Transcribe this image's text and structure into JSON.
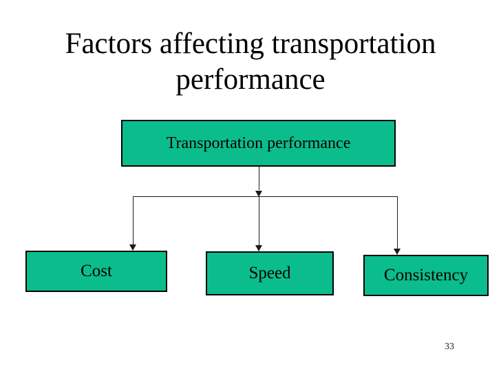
{
  "slide": {
    "title": "Factors affecting transportation performance",
    "page_number": "33"
  },
  "diagram": {
    "root": {
      "label": "Transportation performance"
    },
    "children": [
      {
        "label": "Cost"
      },
      {
        "label": "Speed"
      },
      {
        "label": "Consistency"
      }
    ]
  },
  "colors": {
    "box_fill": "#0bbd8c",
    "box_border": "#000000",
    "connector": "#1a1a1a",
    "background": "#ffffff",
    "text": "#000000"
  }
}
